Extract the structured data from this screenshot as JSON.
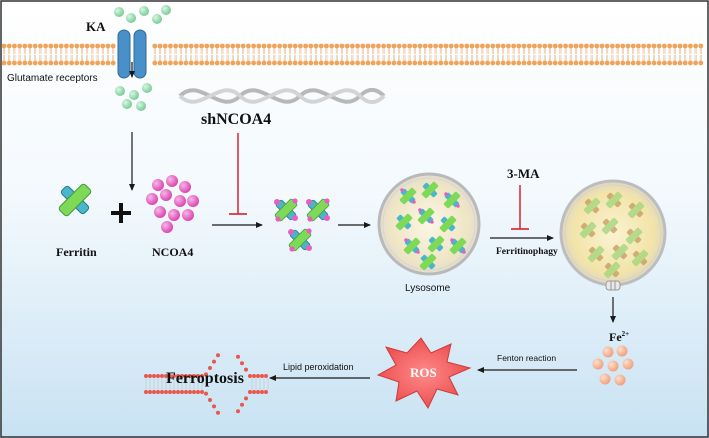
{
  "labels": {
    "ka": "KA",
    "glutamate_receptors": "Glutamate receptors",
    "shncoa4": "shNCOA4",
    "three_ma": "3-MA",
    "ferritin": "Ferritin",
    "plus": "+",
    "ncoa4": "NCOA4",
    "lysosome": "Lysosome",
    "ferritinophagy": "Ferritinophagy",
    "fe_base": "Fe",
    "fe_sup": "2+",
    "fenton_reaction": "Fenton reaction",
    "ros": "ROS",
    "lipid_peroxidation": "Lipid peroxidation",
    "ferroptosis": "Ferroptosis"
  },
  "colors": {
    "membrane_head": "#f0a35a",
    "receptor": "#4a90c8",
    "glutamate": "#8ed9a8",
    "ferritin_green": "#7ed957",
    "ferritin_blue": "#48b7c9",
    "ncoa4_pink": "#e85fc2",
    "inhibit_red": "#d9323c",
    "iron": "#f3a98a",
    "ros_red": "#f05a5a",
    "lipid_head": "#e8584c",
    "lysosome_fill": "#f4ecd0",
    "background_top": "#ffffff",
    "background_bottom": "#cfe6f5"
  },
  "icons": {
    "receptor": "ion-channel-icon",
    "dna": "dna-helix-icon",
    "ferritin": "ferritin-icon",
    "ncoa4": "ncoa4-cluster-icon",
    "lysosome": "lysosome-icon",
    "autolysosome": "autolysosome-icon",
    "ros": "ros-burst-icon",
    "iron": "iron-ions-icon",
    "ferroptotic_membrane": "ruptured-membrane-icon"
  }
}
